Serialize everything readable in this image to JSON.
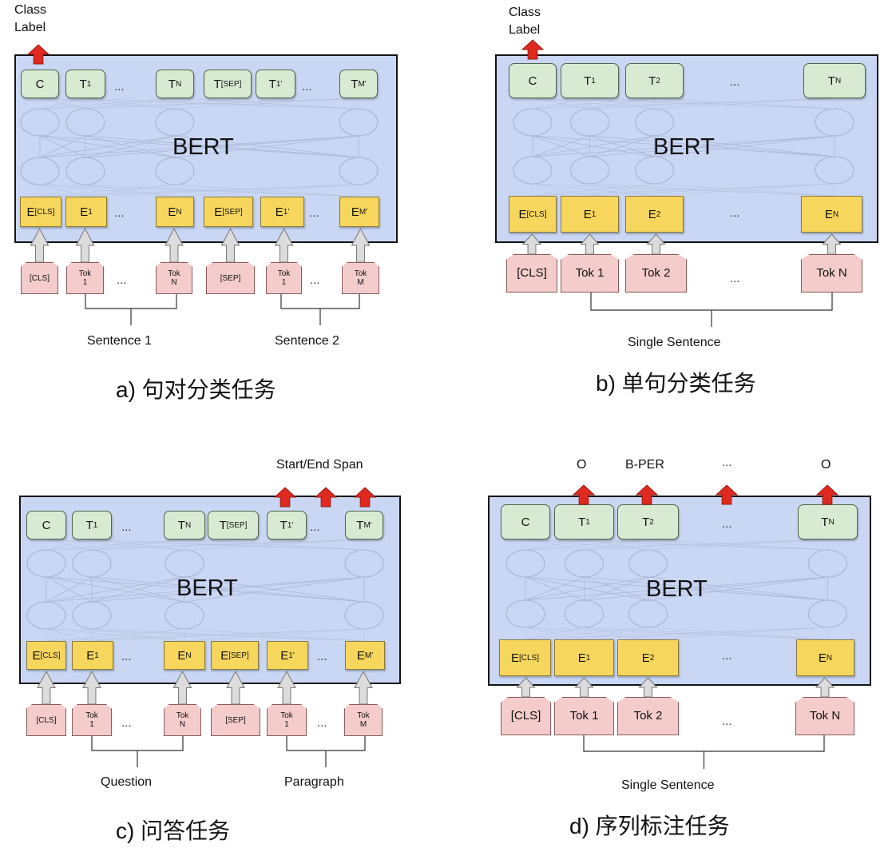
{
  "bert_label": "BERT",
  "ellipsis": "...",
  "panel_a": {
    "caption": "a) 句对分类任务",
    "output_label": "Class\nLabel",
    "t_row": [
      {
        "main": "C",
        "sub": ""
      },
      {
        "main": "T",
        "sub": "1"
      },
      {
        "main": "T",
        "sub": "N"
      },
      {
        "main": "T",
        "sub": "[SEP]"
      },
      {
        "main": "T",
        "sub": "1'"
      },
      {
        "main": "T",
        "sub": "M'"
      }
    ],
    "e_row": [
      {
        "main": "E",
        "sub": "[CLS]"
      },
      {
        "main": "E",
        "sub": "1"
      },
      {
        "main": "E",
        "sub": "N"
      },
      {
        "main": "E",
        "sub": "[SEP]"
      },
      {
        "main": "E",
        "sub": "1'"
      },
      {
        "main": "E",
        "sub": "M'"
      }
    ],
    "tokens": [
      "[CLS]",
      "Tok\n1",
      "Tok\nN",
      "[SEP]",
      "Tok\n1",
      "Tok\nM"
    ],
    "group_labels": [
      "Sentence 1",
      "Sentence 2"
    ]
  },
  "panel_b": {
    "caption": "b) 单句分类任务",
    "output_label": "Class\nLabel",
    "t_row": [
      {
        "main": "C",
        "sub": ""
      },
      {
        "main": "T",
        "sub": "1"
      },
      {
        "main": "T",
        "sub": "2"
      },
      {
        "main": "T",
        "sub": "N"
      }
    ],
    "e_row": [
      {
        "main": "E",
        "sub": "[CLS]"
      },
      {
        "main": "E",
        "sub": "1"
      },
      {
        "main": "E",
        "sub": "2"
      },
      {
        "main": "E",
        "sub": "N"
      }
    ],
    "tokens": [
      "[CLS]",
      "Tok 1",
      "Tok 2",
      "Tok N"
    ],
    "group_labels": [
      "Single Sentence"
    ]
  },
  "panel_c": {
    "caption": "c) 问答任务",
    "output_label": "Start/End Span",
    "t_row": [
      {
        "main": "C",
        "sub": ""
      },
      {
        "main": "T",
        "sub": "1"
      },
      {
        "main": "T",
        "sub": "N"
      },
      {
        "main": "T",
        "sub": "[SEP]"
      },
      {
        "main": "T",
        "sub": "1'"
      },
      {
        "main": "T",
        "sub": "M'"
      }
    ],
    "e_row": [
      {
        "main": "E",
        "sub": "[CLS]"
      },
      {
        "main": "E",
        "sub": "1"
      },
      {
        "main": "E",
        "sub": "N"
      },
      {
        "main": "E",
        "sub": "[SEP]"
      },
      {
        "main": "E",
        "sub": "1'"
      },
      {
        "main": "E",
        "sub": "M'"
      }
    ],
    "tokens": [
      "[CLS]",
      "Tok\n1",
      "Tok\nN",
      "[SEP]",
      "Tok\n1",
      "Tok\nM"
    ],
    "group_labels": [
      "Question",
      "Paragraph"
    ]
  },
  "panel_d": {
    "caption": "d) 序列标注任务",
    "output_labels": [
      "O",
      "B-PER",
      "...",
      "O"
    ],
    "t_row": [
      {
        "main": "C",
        "sub": ""
      },
      {
        "main": "T",
        "sub": "1"
      },
      {
        "main": "T",
        "sub": "2"
      },
      {
        "main": "T",
        "sub": "N"
      }
    ],
    "e_row": [
      {
        "main": "E",
        "sub": "[CLS]"
      },
      {
        "main": "E",
        "sub": "1"
      },
      {
        "main": "E",
        "sub": "2"
      },
      {
        "main": "E",
        "sub": "N"
      }
    ],
    "tokens": [
      "[CLS]",
      "Tok 1",
      "Tok 2",
      "Tok N"
    ],
    "group_labels": [
      "Single Sentence"
    ]
  },
  "colors": {
    "bert_fill": "#c9d7f4",
    "output_box": "#d9ead3",
    "embedding_box": "#f7d65d",
    "token_box": "#f4cccc",
    "output_arrow": "#e02a1f",
    "input_arrow": "#dcdcdc"
  }
}
